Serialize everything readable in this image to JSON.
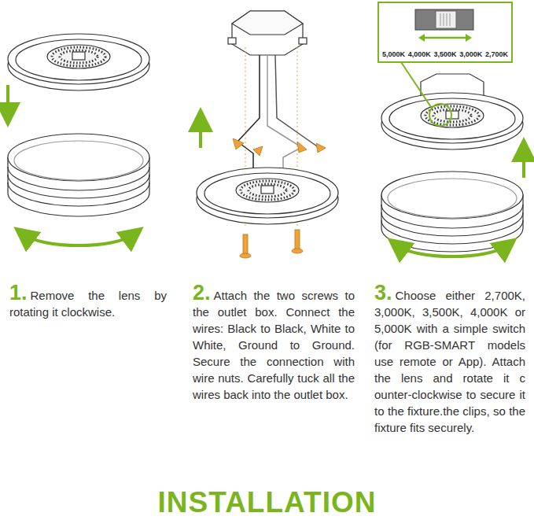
{
  "diagram": {
    "title": "INSTALLATION",
    "nodes": [
      {
        "text": [
          "5,000K",
          "4,000K",
          "3,500K",
          "3,000K",
          "2,700K"
        ]
      }
    ],
    "labels": [
      "1.",
      "Remove the lens by rotating it clockwise.",
      "2.",
      "Attach the two screws to the outlet box. Connect the wires: Black to Black, White to White, Ground to Ground. Secure the connection with wire nuts. Carefully tuck all the wires back into the outlet box.",
      "3.",
      "Choose either 2,700K, 3,000K, 3,500K, 4,000K or 5,000K with a simple switch (for RGB-SMART models use remote or App). Attach the lens and rotate it c ounter-clockwise to secure it to the fixture.the clips, so the fixture fits securely."
    ]
  }
}
